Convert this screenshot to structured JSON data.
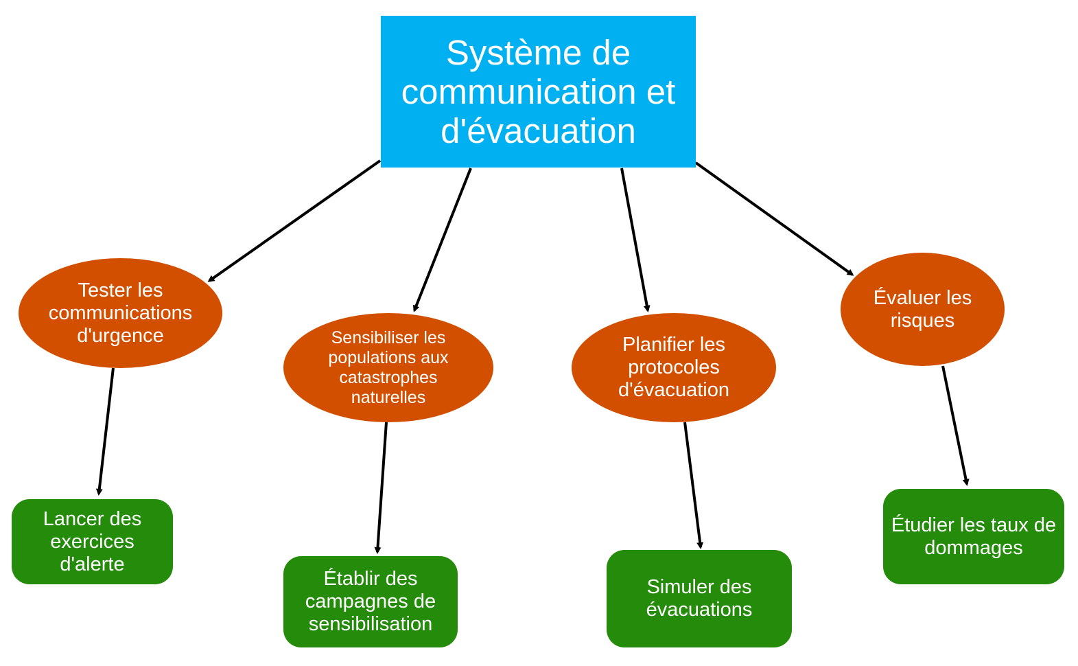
{
  "colors": {
    "root": "#00b0f0",
    "category": "#d34f00",
    "action": "#248b0b",
    "arrow": "#000000",
    "text": "#ffffff"
  },
  "root": {
    "label": "Système de communication et d'évacuation"
  },
  "categories": [
    {
      "id": "tester",
      "label": "Tester les communications d'urgence"
    },
    {
      "id": "sensibiliser",
      "label": "Sensibiliser les populations aux catastrophes naturelles"
    },
    {
      "id": "planifier",
      "label": "Planifier les protocoles d'évacuation"
    },
    {
      "id": "evaluer",
      "label": "Évaluer les risques"
    }
  ],
  "actions": [
    {
      "id": "lancer",
      "label": "Lancer des exercices d'alerte"
    },
    {
      "id": "etablir",
      "label": "Établir des campagnes de sensibilisation"
    },
    {
      "id": "simuler",
      "label": "Simuler des évacuations"
    },
    {
      "id": "etudier",
      "label": "Étudier les taux de dommages"
    }
  ]
}
